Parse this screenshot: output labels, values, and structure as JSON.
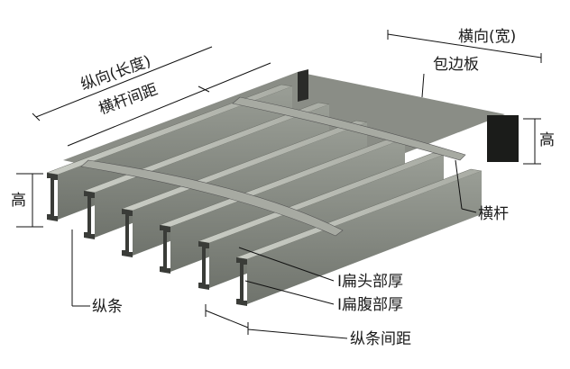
{
  "labels": {
    "transverse_width": "横向(宽)",
    "longitudinal_length": "纵向(长度)",
    "crossbar_spacing": "横杆间距",
    "edge_band": "包边板",
    "height_right": "高",
    "height_left": "高",
    "crossbar": "横杆",
    "bearing_bar": "纵条",
    "flange_thickness": "I扁头部厚",
    "web_thickness": "I扁腹部厚",
    "bearing_bar_spacing": "纵条间距"
  },
  "colors": {
    "bar_top": "#b9bcb4",
    "bar_face": "#8d918a",
    "bar_shadow": "#3a3c38",
    "crossbar": "#a7aaa2",
    "band": "#9a9d96",
    "dark_gap": "#1b1c1a"
  }
}
